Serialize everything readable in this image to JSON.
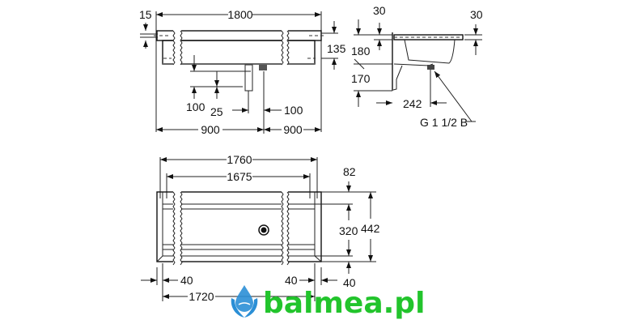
{
  "front_view": {
    "dim_overall_width": "1800",
    "dim_rim_thickness": "15",
    "dim_depth": "135",
    "dim_pipe_drop": "100",
    "dim_pipe_offset": "25",
    "dim_drain_offset": "100",
    "dim_half_left": "900",
    "dim_half_right": "900"
  },
  "side_view": {
    "dim_rim_left": "30",
    "dim_rim_right": "30",
    "dim_height_upper": "180",
    "dim_height_lower": "170",
    "dim_drain_distance": "242",
    "drain_thread_label": "G 1 1/2 B"
  },
  "plan_view": {
    "dim_outer_width": "1760",
    "dim_mount_width": "1675",
    "dim_back_offset": "82",
    "dim_inner_depth": "320",
    "dim_total_depth": "442",
    "dim_left_margin": "40",
    "dim_right_margin": "40",
    "dim_front_margin": "40",
    "dim_inner_width": "1720"
  },
  "watermark": {
    "brand": "balmea.pl",
    "colors": {
      "text": "#22c42c",
      "icon": "#2b8fd6"
    }
  }
}
